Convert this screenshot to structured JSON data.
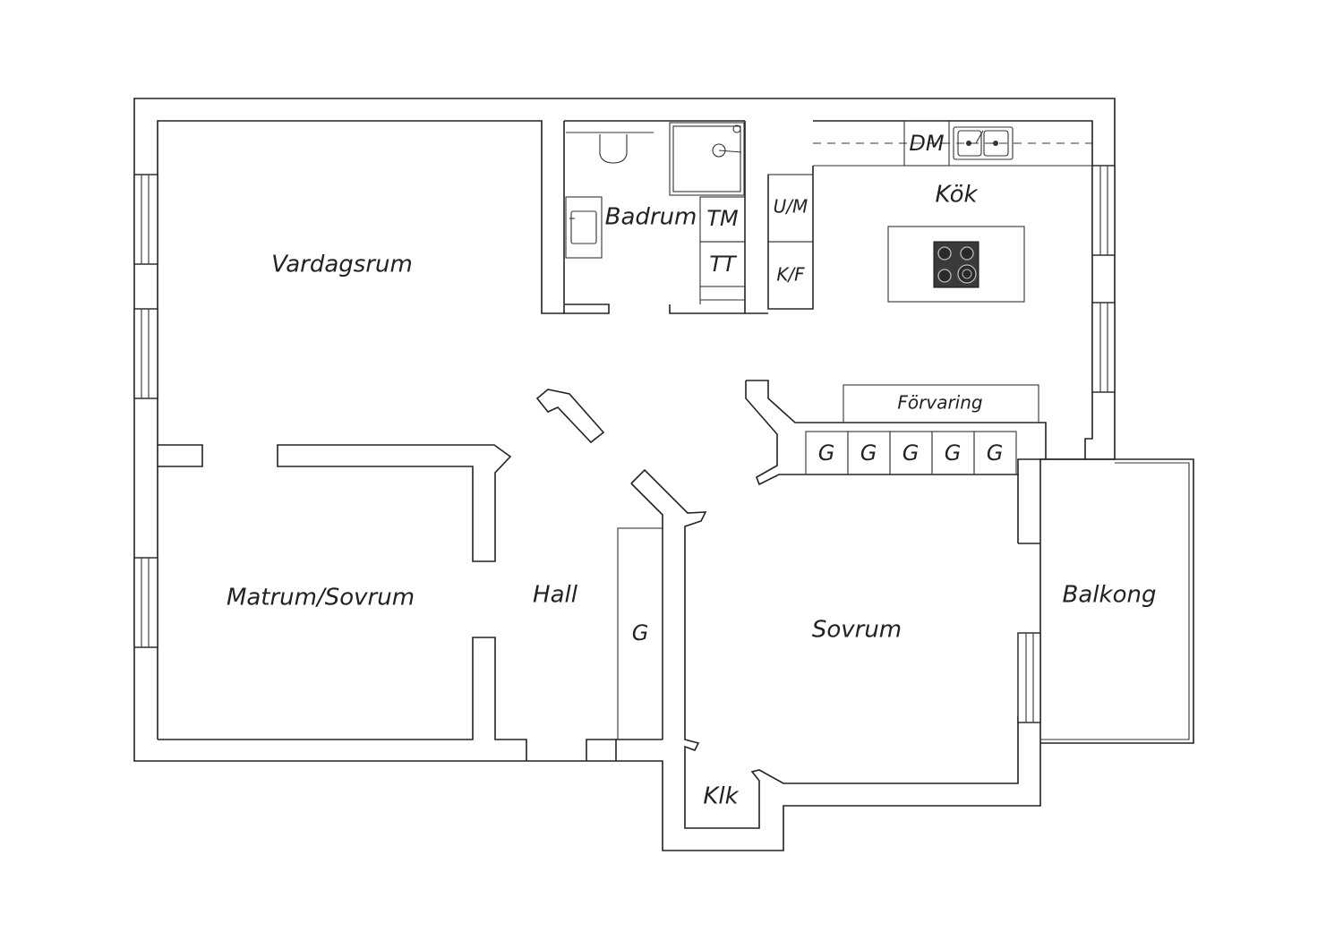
{
  "rooms": {
    "vardagsrum": "Vardagsrum",
    "matrum": "Matrum/Sovrum",
    "hall": "Hall",
    "badrum": "Badrum",
    "kok": "Kök",
    "forvaring": "Förvaring",
    "sovrum": "Sovrum",
    "balkong": "Balkong",
    "klk": "Klk"
  },
  "fixtures": {
    "dm": "DM",
    "tm": "TM",
    "tt": "TT",
    "um": "U/M",
    "kf": "K/F",
    "hall_wardrobe": "G",
    "wardrobes": [
      "G",
      "G",
      "G",
      "G",
      "G"
    ]
  }
}
